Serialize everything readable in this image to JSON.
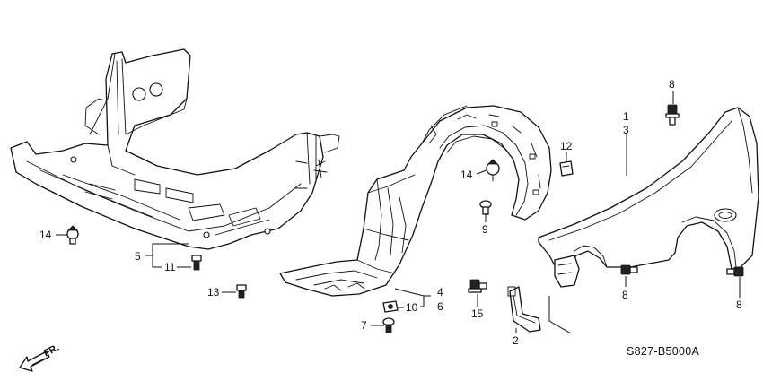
{
  "callouts": {
    "c1": "1",
    "c3": "3",
    "c8_top": "8",
    "c12": "12",
    "c14_right": "14",
    "c9": "9",
    "c5": "5",
    "c11": "11",
    "c14_left": "14",
    "c13": "13",
    "c4": "4",
    "c6": "6",
    "c10": "10",
    "c7": "7",
    "c15": "15",
    "c2": "2",
    "c8_mid": "8",
    "c8_right": "8"
  },
  "direction_label": "FR.",
  "diagram_code": "S827-B5000A"
}
